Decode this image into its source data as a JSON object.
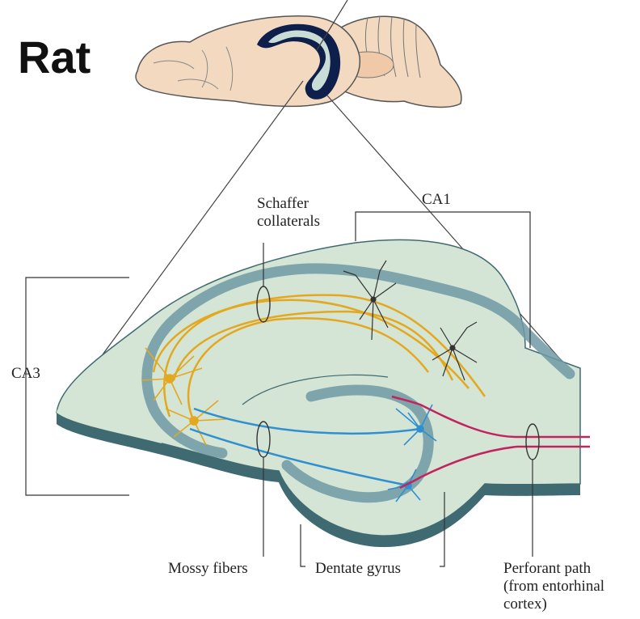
{
  "title": "Rat",
  "labels": {
    "schaffer": [
      "Schaffer",
      "collaterals"
    ],
    "ca1": "CA1",
    "ca3": "CA3",
    "mossy": "Mossy fibers",
    "dentate": "Dentate gyrus",
    "perforant": [
      "Perforant path",
      "(from entorhinal",
      "cortex)"
    ]
  },
  "colors": {
    "tissue": "#d4e5d6",
    "tissue_side": "#3f6a72",
    "cell_layer": "#6f9aa4",
    "schaffer_fibers": "#e3a81f",
    "mossy_fibers": "#2f8fd0",
    "perforant_fibers": "#c2245e",
    "brain": "#f2d9bf",
    "brain_outline": "#555555",
    "hippocampus_dark": "#0d1f4a",
    "hippocampus_fill": "#c9ddd6"
  },
  "icons": [
    "rat-brain-illustration",
    "hippocampus-slice-illustration",
    "pyramidal-neuron-icon",
    "granule-cell-icon"
  ]
}
